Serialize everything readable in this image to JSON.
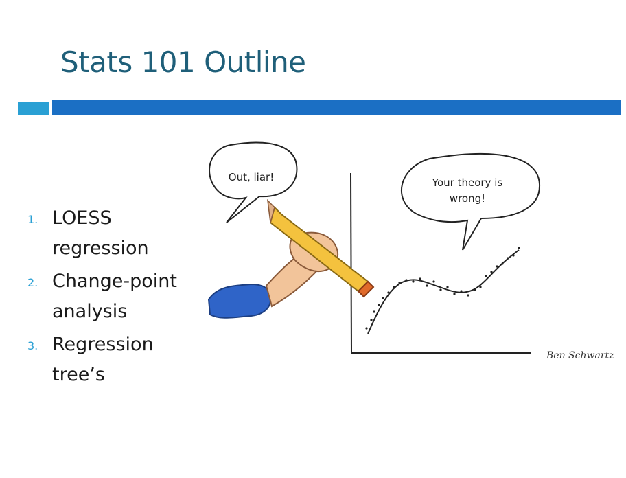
{
  "slide": {
    "title": "Stats 101 Outline",
    "outline": [
      {
        "number": "1.",
        "line1": "LOESS",
        "line2": "regression"
      },
      {
        "number": "2.",
        "line1": "Change-point",
        "line2": "analysis"
      },
      {
        "number": "3.",
        "line1": "Regression",
        "line2": "tree’s"
      }
    ],
    "cartoon": {
      "left_bubble": "Out, liar!",
      "right_bubble_line1": "Your theory is",
      "right_bubble_line2": "wrong!",
      "signature": "Ben Schwartz"
    }
  },
  "colors": {
    "title": "#1f5f79",
    "accent_light": "#2aa0d4",
    "accent_dark": "#1b6fc4"
  }
}
